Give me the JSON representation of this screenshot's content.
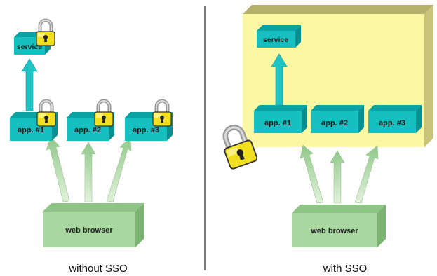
{
  "left_panel": {
    "service_label": "service",
    "apps": [
      "app. #1",
      "app. #2",
      "app. #3"
    ],
    "browser_label": "web browser",
    "caption": "without SSO"
  },
  "right_panel": {
    "service_label": "service",
    "apps": [
      "app. #1",
      "app. #2",
      "app. #3"
    ],
    "browser_label": "web browser",
    "caption": "with SSO"
  },
  "colors": {
    "box_front": "#17c0c0",
    "box_top": "#0aa3a3",
    "box_side": "#088f8f",
    "arrow_teal": "#1fc4c4",
    "arrow_green": "#a8d5a0",
    "browser_front": "#a8d8a0",
    "sso_zone": "#fbf7a3",
    "lock": "#f2e020"
  }
}
